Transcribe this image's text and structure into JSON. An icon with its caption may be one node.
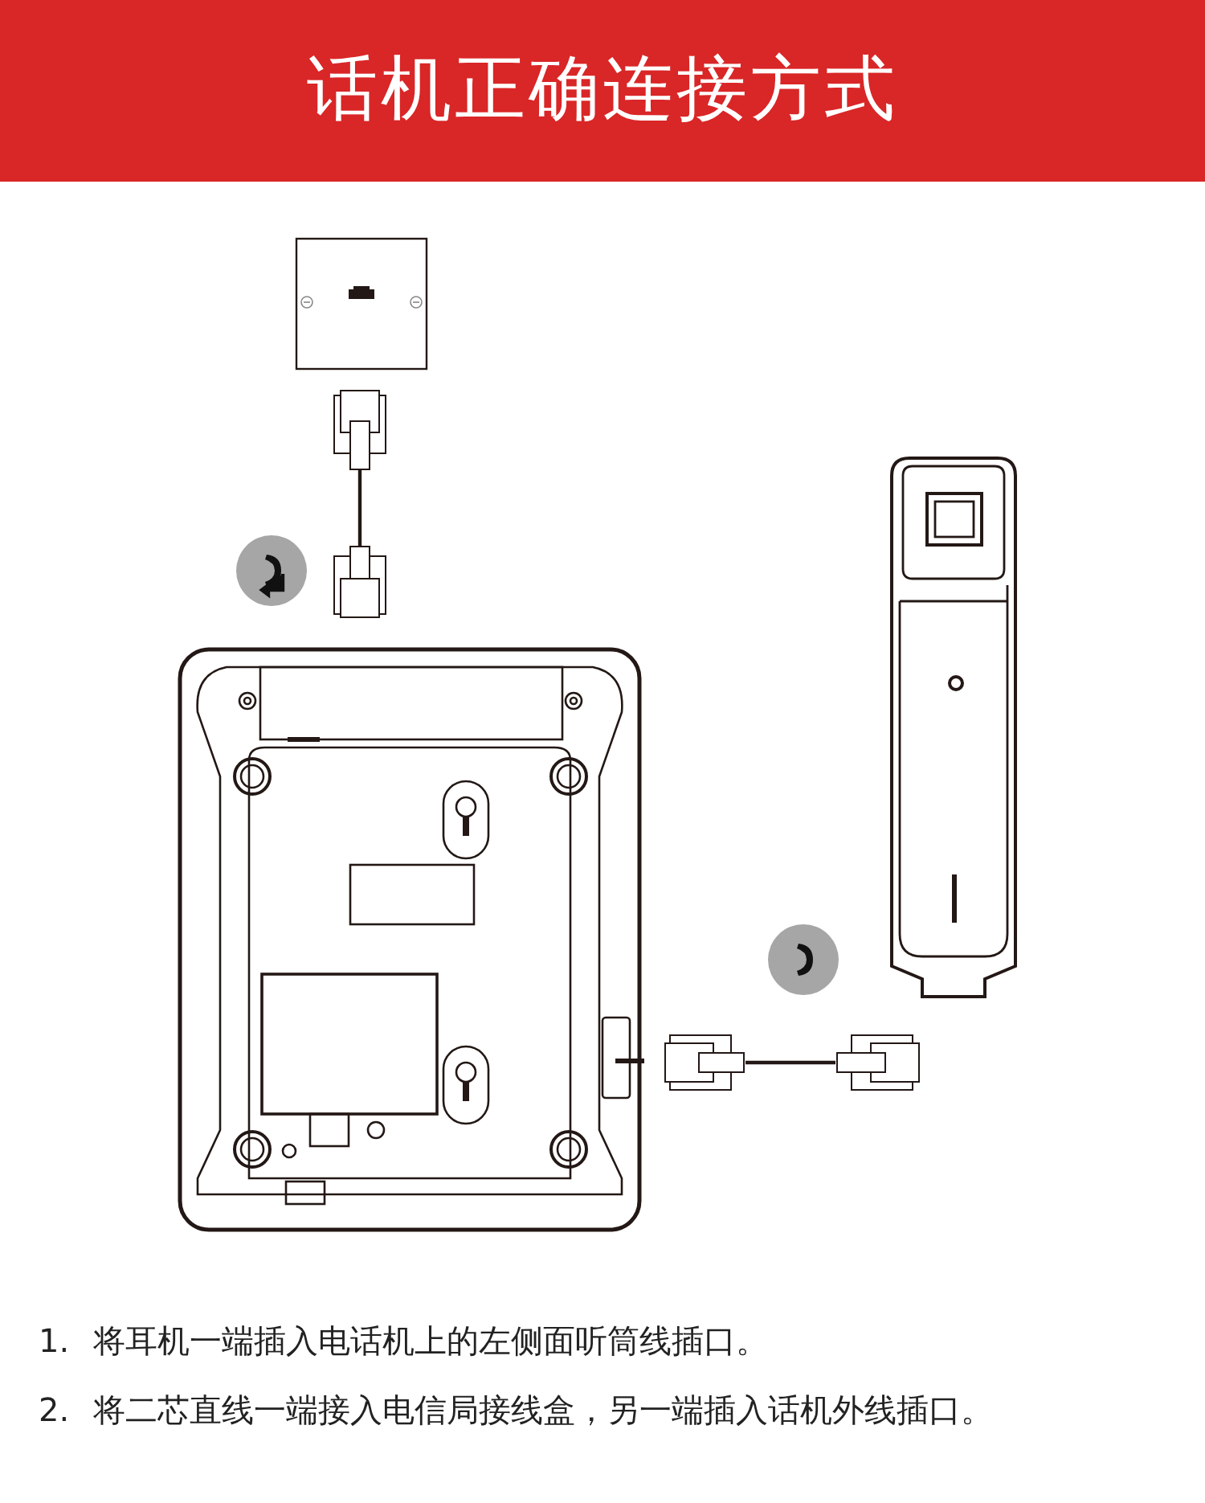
{
  "diagram": {
    "title": "话机正确连接方式",
    "nodes": [
      {
        "text": [],
        "shape": "picture"
      },
      {
        "text": [],
        "shape": "plug"
      },
      {
        "text": [],
        "shape": "plug"
      },
      {
        "text": [],
        "shape": "picture"
      },
      {
        "text": [],
        "shape": "picture"
      },
      {
        "text": [],
        "shape": "plug"
      },
      {
        "text": [],
        "shape": "plug"
      }
    ],
    "edges": [
      {
        "from": 1,
        "to": 2,
        "arrow": "none"
      },
      {
        "from": 5,
        "to": 6,
        "arrow": "none"
      }
    ],
    "labels": [
      "1.",
      "将耳机一端插入电话机上的左侧面听筒线插口。",
      "2.",
      "将二芯直线一端接入电信局接线盒，另一端插入话机外线插口。"
    ]
  }
}
